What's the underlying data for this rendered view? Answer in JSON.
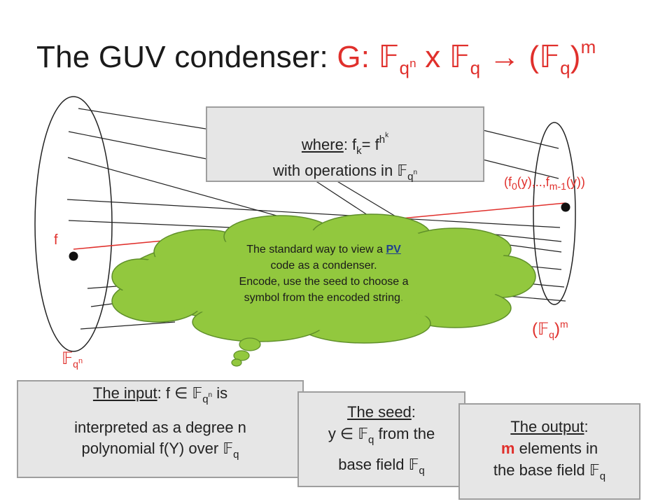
{
  "title": {
    "prefix": "The GUV condenser: ",
    "g": "G: ",
    "field": "𝔽",
    "q": "q",
    "n": "n",
    "times": " x ",
    "arrow": " → (",
    "close": ")",
    "m": "m"
  },
  "labels": {
    "f": "f",
    "left_set_field": "𝔽",
    "left_set_q": "q",
    "left_set_n": "n",
    "right_set_open": "(",
    "right_set_field": "𝔽",
    "right_set_q": "q",
    "right_set_close": ")",
    "right_set_m": "m",
    "output_point_a": "(f",
    "output_point_0": "0",
    "output_point_b": "(y),..,f",
    "output_point_m1": "m-1",
    "output_point_c": "(y))"
  },
  "where_box": {
    "where": "where",
    "colon": ": f",
    "k": "k",
    "eq": "= f",
    "h": "h",
    "k2": "k",
    "line2": "with operations in ",
    "field": "𝔽",
    "q": "q",
    "n": "n"
  },
  "cloud": {
    "line1_a": "The standard way to view a ",
    "pv": "PV",
    "line2": "code as a condenser.",
    "line3": "Encode, use the seed to choose a",
    "line4": "symbol from the encoded string",
    "period": "."
  },
  "input_box": {
    "heading": "The input",
    "colon": ": f ∈ ",
    "field": "𝔽",
    "q": "q",
    "n": "n",
    "is": " is",
    "line2": "interpreted as a degree n",
    "line3": "polynomial f(Y) over ",
    "q2": "q"
  },
  "seed_box": {
    "heading": "The seed",
    "colon": ":",
    "line2_a": "y ∈ ",
    "field": "𝔽",
    "q": "q",
    "line2_b": " from the",
    "line3": "base field ",
    "q2": "q"
  },
  "output_box": {
    "heading": "The output",
    "colon": ":",
    "m": "m",
    "line2": " elements in",
    "line3": "the base field ",
    "field": "𝔽",
    "q": "q"
  },
  "colors": {
    "accent_red": "#e0302c",
    "cloud_fill": "#92c83e",
    "cloud_stroke": "#5f8f2a",
    "box_fill": "#e6e6e6",
    "box_border": "#9e9e9e",
    "line": "#222222"
  }
}
